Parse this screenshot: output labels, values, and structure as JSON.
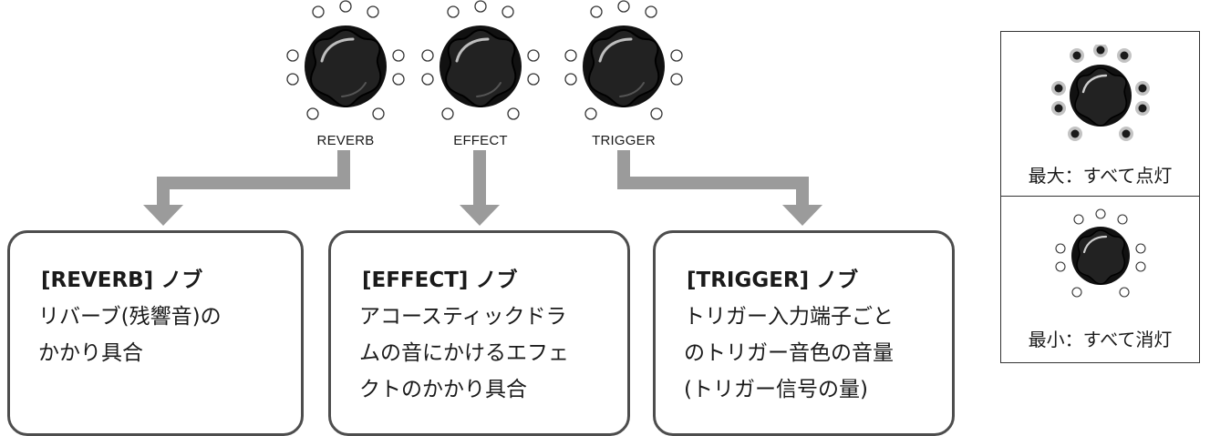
{
  "knobs": [
    {
      "id": "reverb",
      "label": "REVERB"
    },
    {
      "id": "effect",
      "label": "EFFECT"
    },
    {
      "id": "trigger",
      "label": "TRIGGER"
    }
  ],
  "boxes": [
    {
      "title": "[REVERB] ノブ",
      "lines": [
        "リバーブ(残響音)の",
        "かかり具合"
      ]
    },
    {
      "title": "[EFFECT] ノブ",
      "lines": [
        "アコースティックドラ",
        "ムの音にかけるエフェ",
        "クトのかかり具合"
      ]
    },
    {
      "title": "[TRIGGER] ノブ",
      "lines": [
        "トリガー入力端子ごと",
        "のトリガー音色の音量",
        "(トリガー信号の量)"
      ]
    }
  ],
  "legend": {
    "max_caption": "最大：すべて点灯",
    "min_caption": "最小：すべて消灯"
  },
  "colors": {
    "arrow": "#9b9b9b",
    "box_border": "#4d4d4d",
    "knob_body": "#111111",
    "led_off": "#ffffff",
    "led_on": "#1a1a1a"
  }
}
